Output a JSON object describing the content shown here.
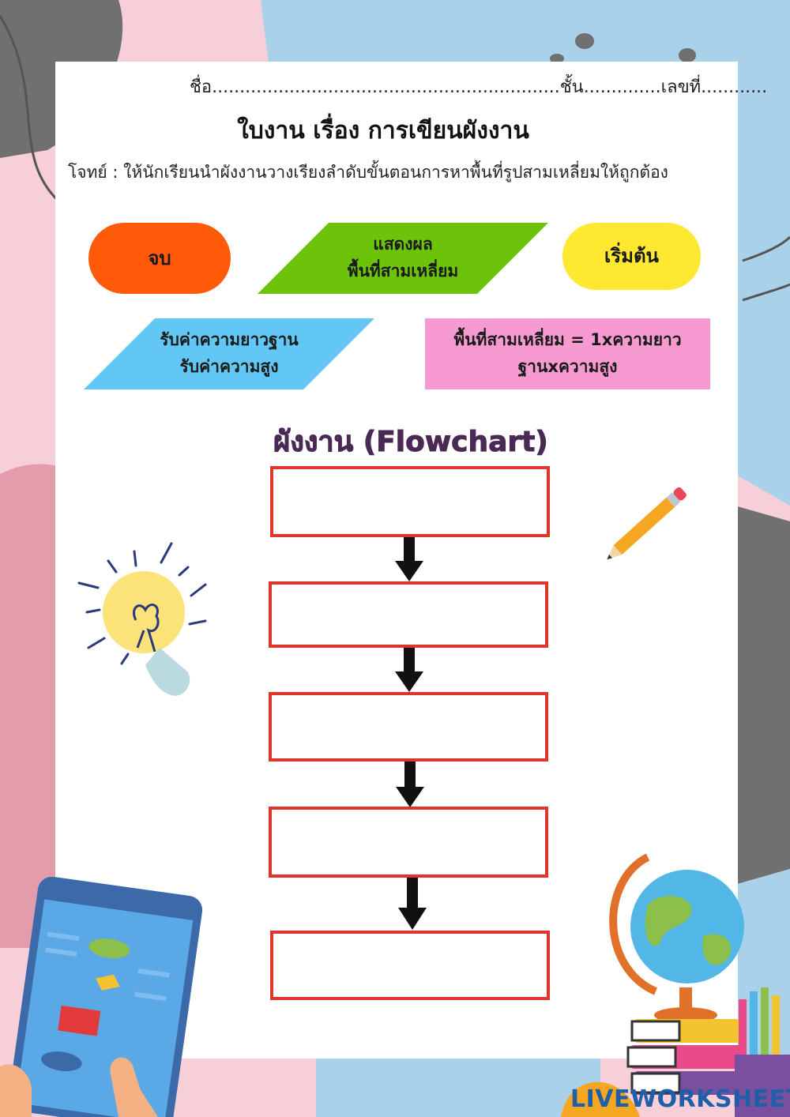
{
  "header": {
    "name_label": "ชื่อ",
    "name_dots": "...............................................................",
    "class_label": "ชั้น",
    "class_dots": "..............",
    "number_label": "เลขที่",
    "number_dots": "............"
  },
  "title": "ใบงาน เรื่อง การเขียนผังงาน",
  "instruction": "โจทย์ : ให้นักเรียนนำผังงานวางเรียงลำดับขั้นตอนการหาพื้นที่รูปสามเหลี่ยมให้ถูกต้อง",
  "shapes": {
    "end": {
      "label": "จบ",
      "color": "#ff5a0a"
    },
    "output": {
      "line1": "แสดงผล",
      "line2": "พื้นที่สามเหลี่ยม",
      "color": "#6cc30a"
    },
    "start": {
      "label": "เริ่มต้น",
      "color": "#ffe832"
    },
    "input": {
      "line1": "รับค่าความยาวฐาน",
      "line2": "รับค่าความสูง",
      "color": "#63c7f6"
    },
    "process": {
      "line1": "พื้นที่สามเหลี่ยม = 1xความยาว",
      "line2": "ฐานxความสูง",
      "color": "#f79ad2"
    }
  },
  "flowchart": {
    "title": "ผังงาน (Flowchart)",
    "box_count": 5,
    "border_color": "#e0352a"
  },
  "icons": [
    "lightbulb-icon",
    "pencil-icon",
    "globe-icon",
    "tablet-icon",
    "pencil-cup-icon",
    "books-icon"
  ],
  "footer": {
    "brand": "LIVEWORKSHEETS"
  }
}
